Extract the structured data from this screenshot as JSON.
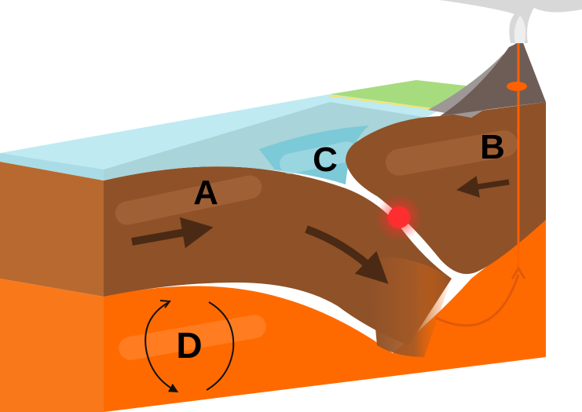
{
  "labels": {
    "a": "A",
    "b": "B",
    "c": "C",
    "d": "D"
  },
  "colors": {
    "ocean_surface": "#bfeaf2",
    "ocean_side": "#a9dce6",
    "ocean_deep": "#7cc9d8",
    "oceanic_plate_top": "#9c5c2e",
    "oceanic_plate_front": "#b8692f",
    "continental_plate": "#8f5128",
    "land_green": "#a7dc7e",
    "mantle": "#ff6a00",
    "mantle_front": "#f9791a",
    "volcano": "#6e5d57",
    "volcano_light": "#9d9795",
    "ash": "#d8d8d8",
    "magma_chamber": "#ff6000",
    "earthquake_focus": "#ff2e2e",
    "arrow": "#4a2a14",
    "label": "#000000"
  }
}
